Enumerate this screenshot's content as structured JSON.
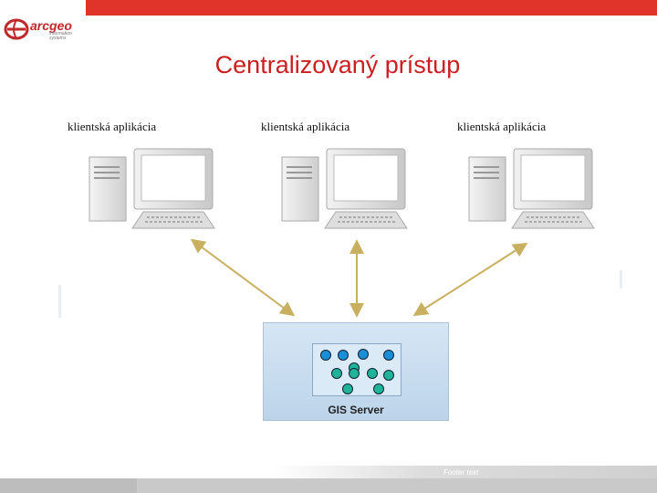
{
  "header": {
    "logo_text": "arcgeo",
    "logo_subtext": "information systems"
  },
  "title": "Centralizovaný prístup",
  "clients": [
    {
      "label": "klientská aplikácia"
    },
    {
      "label": "klientská aplikácia"
    },
    {
      "label": "klientská aplikácia"
    }
  ],
  "server": {
    "label": "GIS Server",
    "dots_top_color": "#1a8fd8",
    "dots_bottom_color": "#1fb39a"
  },
  "footer": {
    "text": "Footer text"
  },
  "colors": {
    "accent": "#e0342a",
    "arrow": "#c9b060"
  }
}
